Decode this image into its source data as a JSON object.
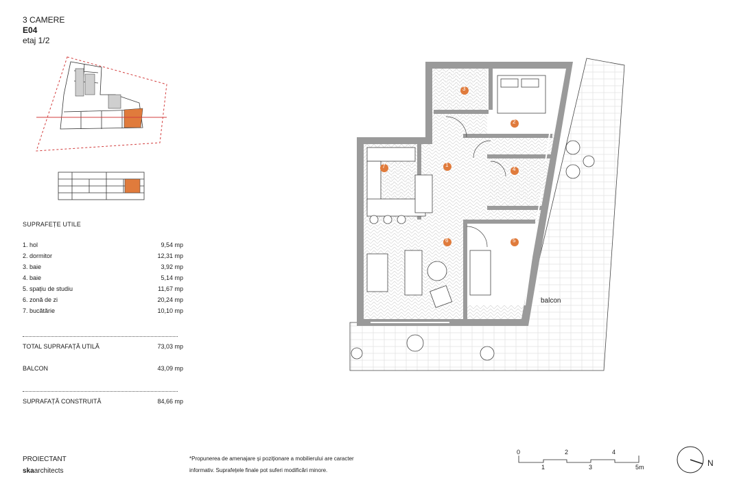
{
  "header": {
    "rooms": "3 CAMERE",
    "unit": "E04",
    "floor": "etaj 1/2"
  },
  "areas": {
    "title": "SUPRAFEȚE UTILE",
    "rows": [
      {
        "label": "1. hol",
        "value": "9,54 mp"
      },
      {
        "label": "2. dormitor",
        "value": "12,31 mp"
      },
      {
        "label": "3. baie",
        "value": "3,92 mp"
      },
      {
        "label": "4. baie",
        "value": "5,14 mp"
      },
      {
        "label": "5. spațiu de studiu",
        "value": "11,67 mp"
      },
      {
        "label": "6. zonă de zi",
        "value": "20,24 mp"
      },
      {
        "label": "7. bucătărie",
        "value": "10,10 mp"
      }
    ],
    "total_label": "TOTAL SUPRAFAȚĂ UTILĂ",
    "total_value": "73,03 mp",
    "balcon_label": "BALCON",
    "balcon_value": "43,09 mp",
    "built_label": "SUPRAFAȚĂ CONSTRUITĂ",
    "built_value": "84,66 mp"
  },
  "footer": {
    "designer_label": "PROIECTANT",
    "firm_bold": "ska",
    "firm_rest": "architects",
    "note_line1": "*Propunerea de amenajare și poziționare a mobilierului are caracter",
    "note_line2": "informativ. Suprafețele finale pot suferi modificări minore."
  },
  "plan": {
    "room_numbers": [
      "1",
      "2",
      "3",
      "4",
      "5",
      "6",
      "7"
    ],
    "balcon_label": "balcon",
    "accent_color": "#e07b3c",
    "wall_color": "#9a9a9a"
  },
  "scale_bar": {
    "top_labels": [
      "0",
      "2",
      "4"
    ],
    "bottom_labels": [
      "1",
      "3",
      "5m"
    ]
  },
  "compass": {
    "label": "N"
  }
}
